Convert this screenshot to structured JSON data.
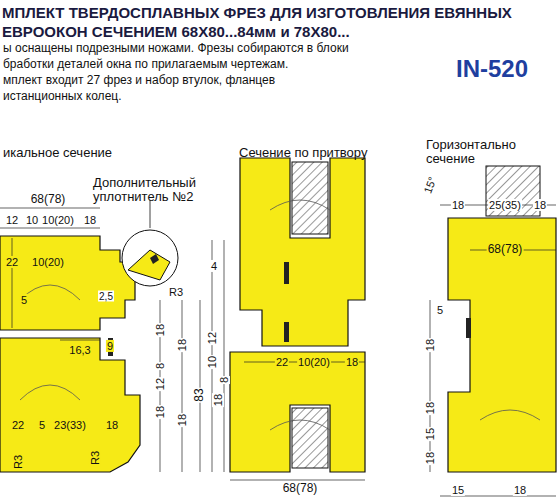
{
  "diagram": {
    "title": "МПЛЕКТ ТВЕРДОСПЛАВНЫХ ФРЕЗ ДЛЯ ИЗГОТОВЛЕНИЯ ЕВЯННЫХ ЕВРООКОН СЕЧЕНИЕМ 68Х80...84мм и 78Х80...",
    "labels": [
      "ы оснащены подрезными ножами. Фрезы собираются в блоки",
      "бработки деталей окна по прилагаемым чертежам.",
      "мплект входит 27 фрез и набор втулок, фланцев",
      "истанционных колец.",
      "IN-520",
      "икальное сечение",
      "Сечение по притвору",
      "Горизонтально сечение",
      "Дополнительный уплотнитель №2",
      "68(78)",
      "12",
      "10",
      "10(20)",
      "18",
      "22",
      "10(20)",
      "5",
      "R3",
      "2,5",
      "16,3",
      "9",
      "18",
      "8",
      "12",
      "18",
      "18",
      "18",
      "83",
      "22",
      "5",
      "23(33)",
      "18",
      "R3",
      "R3",
      "4",
      "10",
      "8",
      "12",
      "18",
      "22",
      "10(20)",
      "18",
      "68(78)",
      "15°",
      "18",
      "25(35)",
      "18",
      "68(78)",
      "5",
      "18",
      "18",
      "15",
      "18",
      "15",
      "18"
    ]
  }
}
